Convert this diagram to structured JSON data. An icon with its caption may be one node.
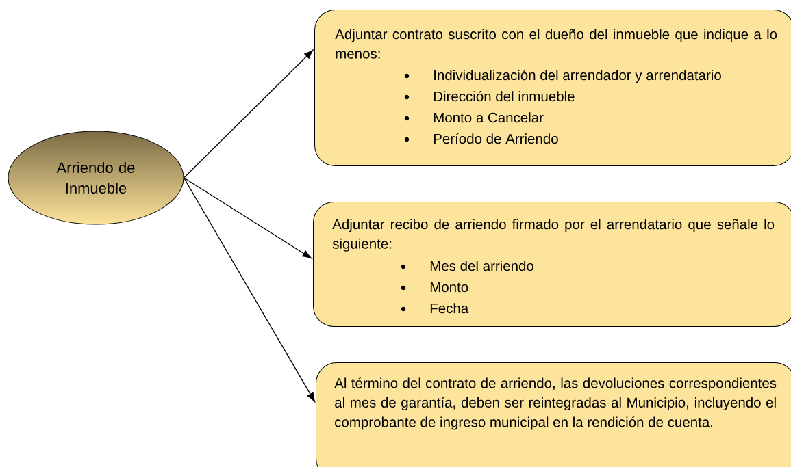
{
  "diagram": {
    "nodes": [
      {
        "text": [
          "Arriendo de Inmueble"
        ]
      },
      {
        "text": [
          "Adjuntar contrato suscrito con el dueño del inmueble que indique a lo menos:",
          "Individualización del arrendador y arrendatario",
          "Dirección del inmueble",
          "Monto a Cancelar",
          "Período de Arriendo"
        ]
      },
      {
        "text": [
          "Adjuntar recibo de arriendo firmado por el arrendatario que señale lo siguiente:",
          "Mes del arriendo",
          "Monto",
          "Fecha"
        ]
      },
      {
        "text": [
          "Al término del contrato de arriendo, las devoluciones correspondientes al mes de garantía, deben ser reintegradas al Municipio, incluyendo el comprobante de ingreso municipal en la rendición de cuenta."
        ]
      }
    ],
    "edges": [
      {
        "from": 0,
        "to": 1,
        "arrow": "to"
      },
      {
        "from": 0,
        "to": 2,
        "arrow": "to"
      },
      {
        "from": 0,
        "to": 3,
        "arrow": "to"
      }
    ]
  }
}
